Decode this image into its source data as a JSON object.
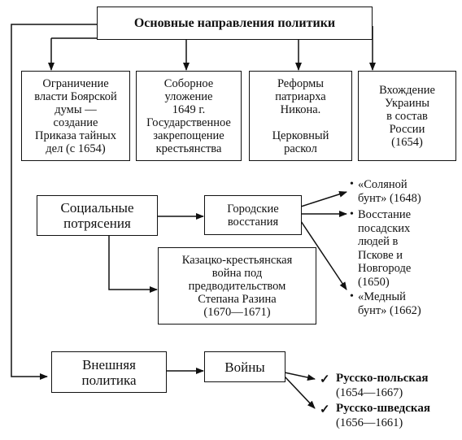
{
  "title": "Основные направления политики",
  "directions": [
    "Ограничение\nвласти Боярской\nдумы —\nсоздание\nПриказа тайных\nдел (с 1654)",
    "Соборное\nуложение\n1649 г.\nГосударственное\nзакрепощение\nкрестьянства",
    "Реформы\nпатриарха\nНикона.\n\nЦерковный\nраскол",
    "Вхождение\nУкраины\nв состав\nРоссии\n(1654)"
  ],
  "social": {
    "label": "Социальные\nпотрясения",
    "city": "Городские\nвосстания",
    "razin": "Казацко-крестьянская\nвойна под\nпредводительством\nСтепана Разина\n(1670—1671)",
    "uprisings": [
      "«Соляной\nбунт» (1648)",
      "Восстание\nпосадских\nлюдей в\nПскове и\nНовгороде\n(1650)",
      "«Медный\nбунт» (1662)"
    ],
    "bullet": "•"
  },
  "foreign": {
    "label": "Внешняя\nполитика",
    "wars": "Войны",
    "check": "✓",
    "items": [
      {
        "name": "Русско-польская",
        "years": "(1654—1667)"
      },
      {
        "name": "Русско-шведская",
        "years": "(1656—1661)"
      }
    ]
  }
}
